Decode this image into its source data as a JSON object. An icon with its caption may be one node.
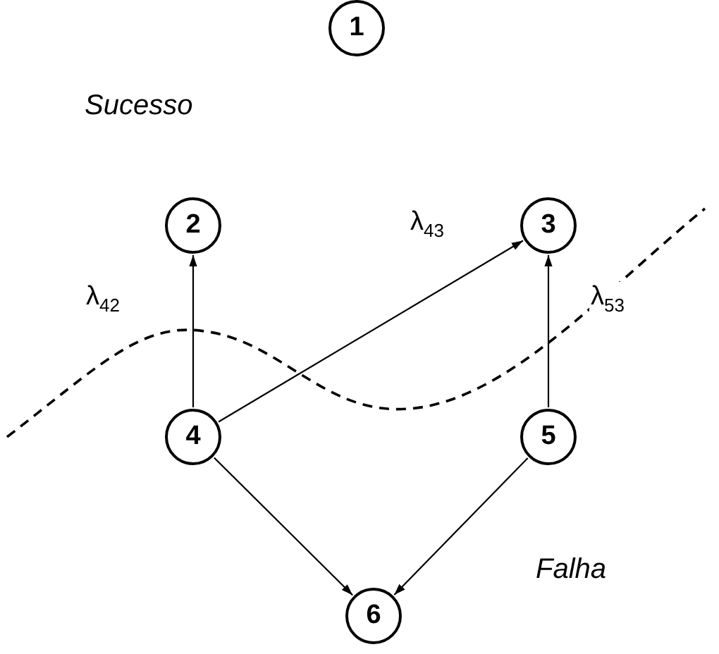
{
  "diagram": {
    "nodes": [
      {
        "text": [
          "1"
        ]
      },
      {
        "text": [
          "2"
        ]
      },
      {
        "text": [
          "3"
        ]
      },
      {
        "text": [
          "4"
        ]
      },
      {
        "text": [
          "5"
        ]
      },
      {
        "text": [
          "6"
        ]
      }
    ],
    "edges": [
      {
        "from": 3,
        "to": 1,
        "arrow": "to",
        "label": "λ$_{42}$"
      },
      {
        "from": 3,
        "to": 2,
        "arrow": "to",
        "label": "λ$_{43}$"
      },
      {
        "from": 4,
        "to": 2,
        "arrow": "to",
        "label": "λ$_{53}$"
      },
      {
        "from": 3,
        "to": 5,
        "arrow": "to"
      },
      {
        "from": 4,
        "to": 5,
        "arrow": "to"
      }
    ],
    "labels": [
      "Sucesso",
      "Falha"
    ]
  }
}
